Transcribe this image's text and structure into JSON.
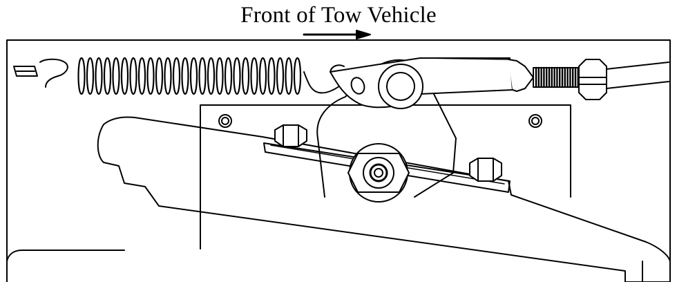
{
  "diagram": {
    "caption": "Front of Tow Vehicle",
    "direction_arrow": "right-arrow",
    "parts": [
      "frame",
      "mounting-plate",
      "lever-arm",
      "return-spring",
      "clevis",
      "threaded-rod",
      "hex-nut",
      "cable",
      "pivot-bolt",
      "bolt-heads"
    ],
    "colors": {
      "line": "#000000",
      "background": "#ffffff"
    }
  }
}
